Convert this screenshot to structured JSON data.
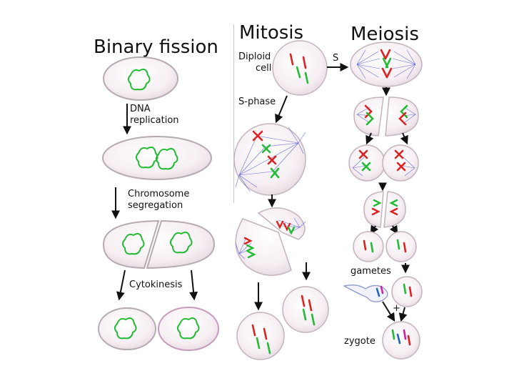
{
  "titles": {
    "binary_fission": "Binary fission",
    "mitosis": "Mitosis",
    "meiosis": "Meiosis"
  },
  "labels": {
    "dna_replication_line1": "DNA",
    "dna_replication_line2": "replication",
    "chromosome_segregation_line1": "Chromosome",
    "chromosome_segregation_line2": "segregation",
    "cytokinesis": "Cytokinesis",
    "diploid_line1": "Diploid",
    "diploid_line2": "cell",
    "s_phase": "S-phase",
    "s": "S",
    "gametes": "gametes",
    "plus": "+",
    "zygote": "zygote"
  },
  "colors": {
    "dna_green": "#22bb33",
    "chromosome_red": "#dd2222",
    "spindle_blue": "#3344cc",
    "cell_fill": "#f7f0f4",
    "cell_edge": "#b9a9b3",
    "gamete_blue": "#2266bb",
    "gamete_magenta": "#cc22aa"
  }
}
